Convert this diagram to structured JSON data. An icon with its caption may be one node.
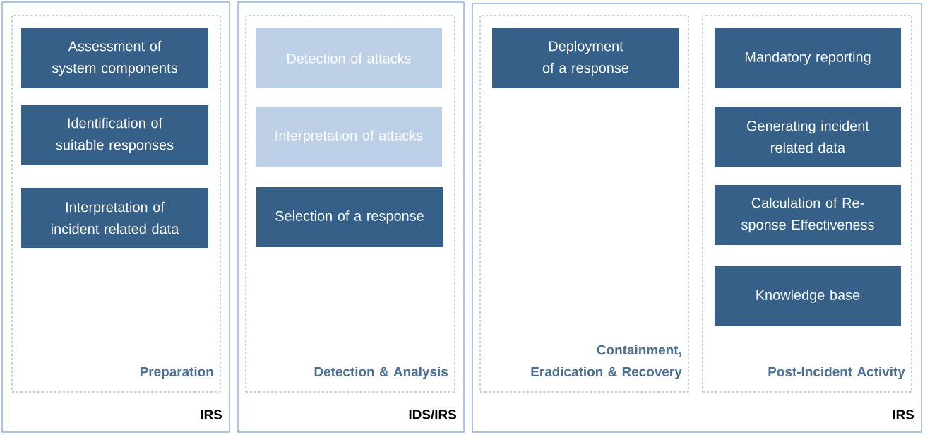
{
  "diagram": {
    "nodes": [
      {
        "text": [
          "IRS"
        ]
      },
      {
        "text": [
          "Preparation"
        ],
        "in": 0
      },
      {
        "text": [
          "Assessment of system components"
        ],
        "in": 1
      },
      {
        "text": [
          "Identification of suitable responses"
        ],
        "in": 1
      },
      {
        "text": [
          "Interpretation of incident related data"
        ],
        "in": 1
      },
      {
        "text": [
          "IDS/IRS"
        ]
      },
      {
        "text": [
          "Detection & Analysis"
        ],
        "in": 5
      },
      {
        "text": [
          "Detection of attacks"
        ],
        "in": 6
      },
      {
        "text": [
          "Interpretation of attacks"
        ],
        "in": 6
      },
      {
        "text": [
          "Selection of a response"
        ],
        "in": 6
      },
      {
        "text": [
          "IRS"
        ]
      },
      {
        "text": [
          "Containment, Eradication & Recovery"
        ],
        "in": 10
      },
      {
        "text": [
          "Deployment of a response"
        ],
        "in": 11
      },
      {
        "text": [
          "Post-Incident Activity"
        ],
        "in": 10
      },
      {
        "text": [
          "Mandatory reporting"
        ],
        "in": 13
      },
      {
        "text": [
          "Generating incident related data"
        ],
        "in": 13
      },
      {
        "text": [
          "Calculation of Re-sponse Effectiveness"
        ],
        "in": 13
      },
      {
        "text": [
          "Knowledge base"
        ],
        "in": 13
      }
    ]
  }
}
